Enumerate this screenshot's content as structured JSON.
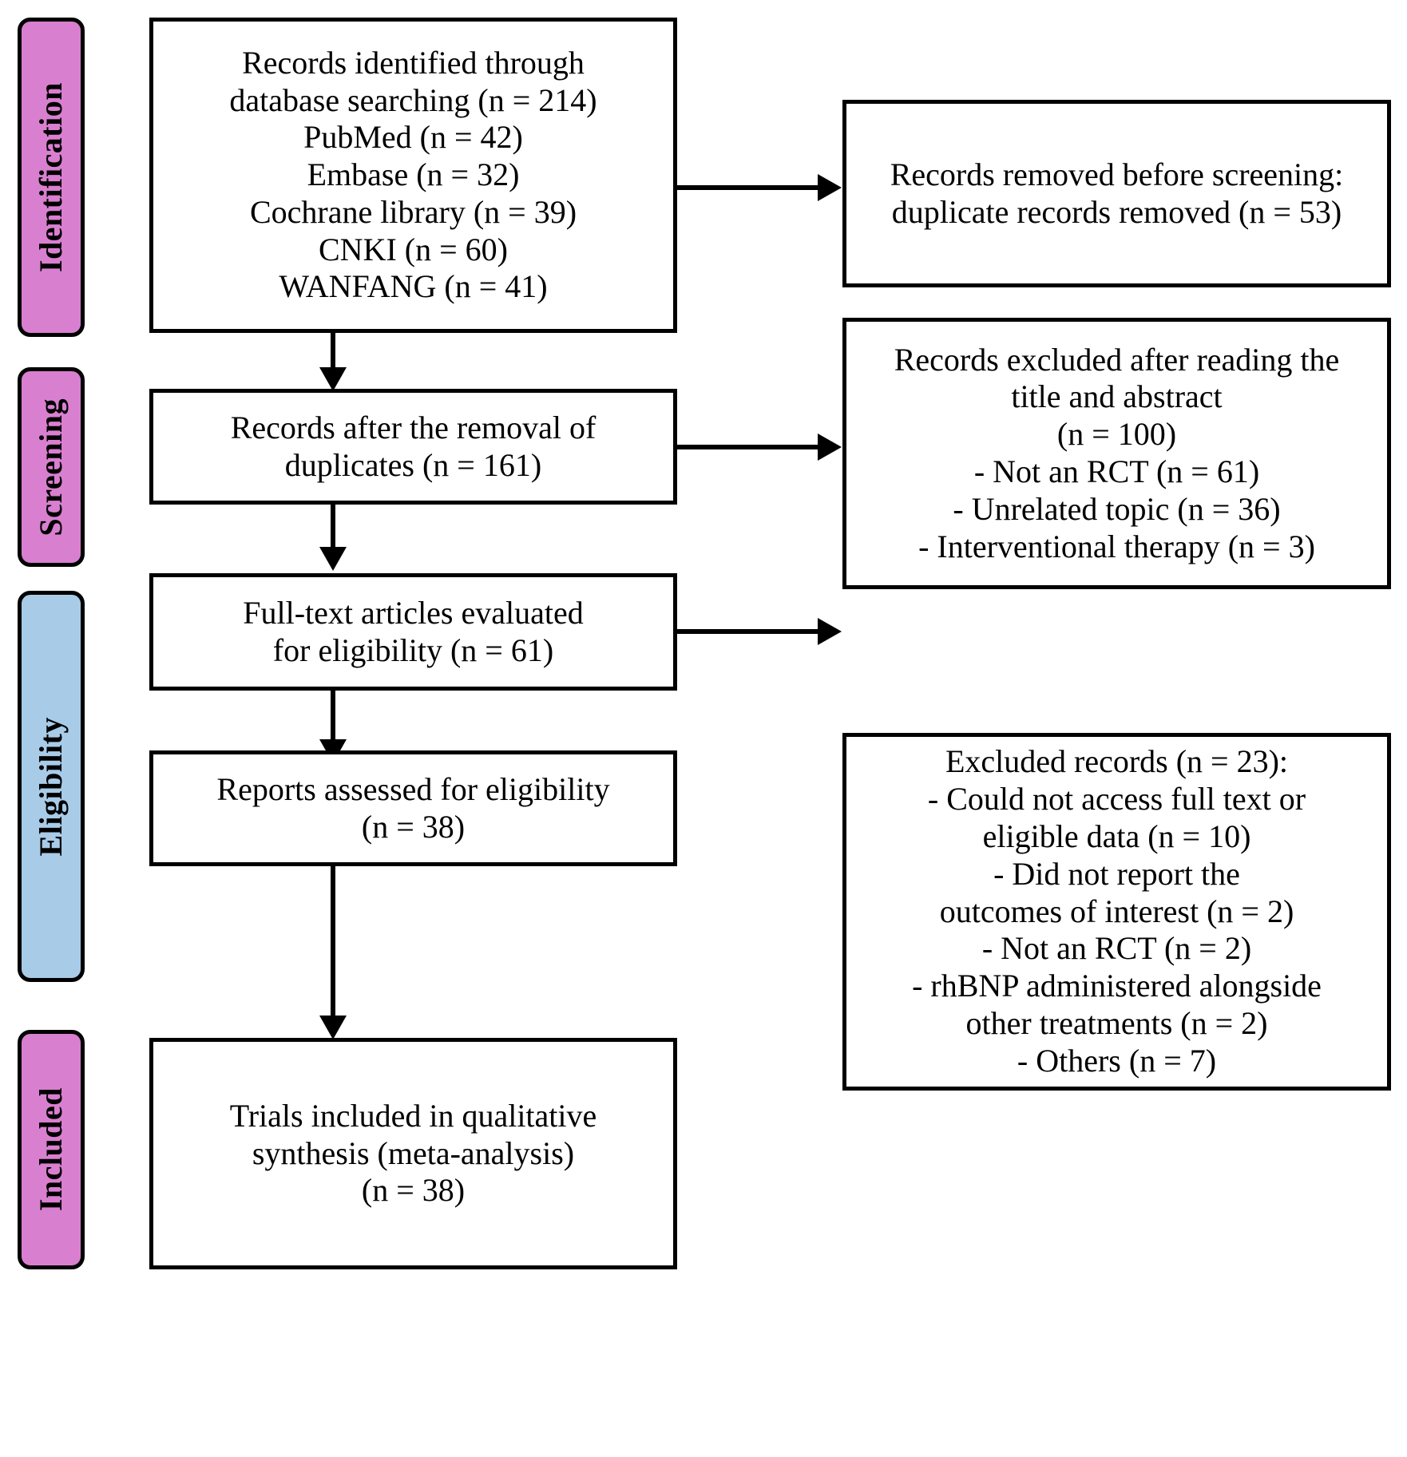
{
  "diagram": {
    "type": "prisma-flow-diagram",
    "title": "PRISMA study selection flow diagram",
    "colors": {
      "stage_pink": "#d97fd0",
      "stage_blue": "#a8cbe8",
      "border": "#000000",
      "box_fill": "#ffffff",
      "text": "#000000"
    },
    "stages": [
      {
        "id": "identification",
        "label": "Identification",
        "color": "#d97fd0"
      },
      {
        "id": "screening",
        "label": "Screening",
        "color": "#d97fd0"
      },
      {
        "id": "eligibility",
        "label": "Eligibility",
        "color": "#a8cbe8"
      },
      {
        "id": "included",
        "label": "Included",
        "color": "#d97fd0"
      }
    ],
    "boxes": [
      {
        "id": "records-identified",
        "stage": "identification",
        "column": "left",
        "text": "Records identified through\ndatabase searching (n = 214)\nPubMed (n = 42)\nEmbase (n = 32)\nCochrane library (n = 39)\nCNKI (n = 60)\nWANFANG (n = 41)"
      },
      {
        "id": "duplicates-removed",
        "stage": "identification",
        "column": "right",
        "text": "Records removed before screening:\nduplicate records removed (n = 53)"
      },
      {
        "id": "records-after-duplicates",
        "stage": "screening",
        "column": "left",
        "text": "Records after the removal of\nduplicates (n = 161)"
      },
      {
        "id": "records-excluded-title-abstract",
        "stage": "screening",
        "column": "right",
        "text": "Records excluded after reading the\ntitle and abstract\n(n = 100)\n- Not an RCT (n = 61)\n- Unrelated topic (n = 36)\n- Interventional therapy (n = 3)"
      },
      {
        "id": "full-text-evaluated",
        "stage": "eligibility",
        "column": "left",
        "text": "Full-text articles evaluated\nfor eligibility (n = 61)"
      },
      {
        "id": "excluded-records",
        "stage": "eligibility",
        "column": "right",
        "text": "Excluded records (n = 23):\n- Could not access full text or\neligible data (n = 10)\n- Did not report the\noutcomes of interest (n = 2)\n- Not an RCT (n = 2)\n- rhBNP administered alongside\nother treatments (n = 2)\n- Others (n = 7)"
      },
      {
        "id": "reports-assessed",
        "stage": "eligibility",
        "column": "left",
        "text": "Reports assessed for eligibility\n(n = 38)"
      },
      {
        "id": "trials-included",
        "stage": "included",
        "column": "left",
        "text": "Trials included in qualitative\nsynthesis (meta-analysis)\n(n = 38)"
      }
    ],
    "counts": {
      "records_identified_total": 214,
      "pubmed": 42,
      "embase": 32,
      "cochrane_library": 39,
      "cnki": 60,
      "wanfang": 41,
      "duplicates_removed": 53,
      "records_after_duplicates": 161,
      "excluded_title_abstract": 100,
      "excluded_not_rct_screening": 61,
      "excluded_unrelated_topic": 36,
      "excluded_interventional_therapy": 3,
      "full_text_evaluated": 61,
      "excluded_full_text": 23,
      "excluded_no_access": 10,
      "excluded_no_outcomes": 2,
      "excluded_not_rct_eligibility": 2,
      "excluded_rhbnp_alongside": 2,
      "excluded_others": 7,
      "reports_assessed": 38,
      "trials_included": 38
    }
  }
}
